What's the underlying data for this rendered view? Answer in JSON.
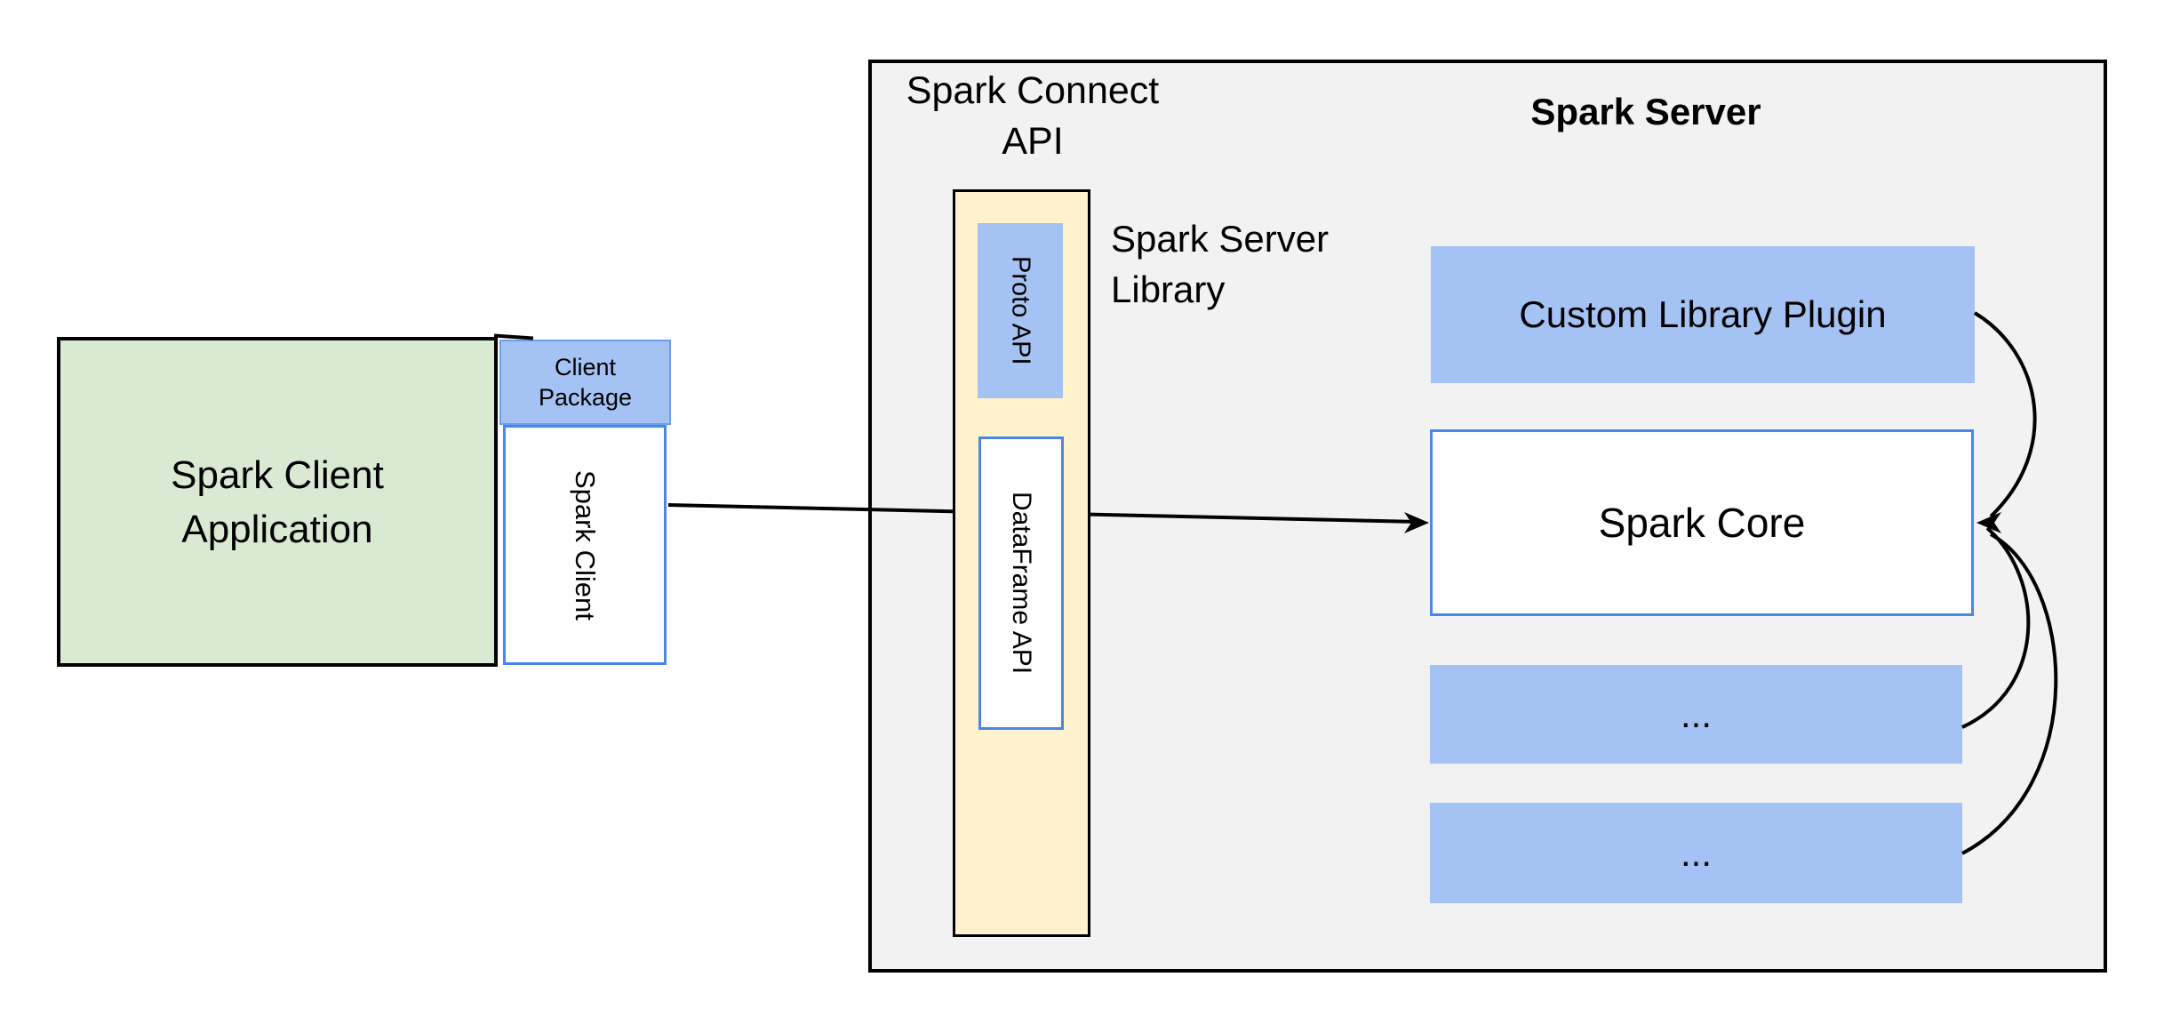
{
  "colors": {
    "container_gray": "#f2f2f2",
    "green_fill": "#d9ead3",
    "blue_fill": "#a4c2f4",
    "blue_border": "#4a86e8",
    "yellow_fill": "#fff2cc",
    "line": "#000000"
  },
  "client_app": {
    "line1": "Spark Client",
    "line2": "Application"
  },
  "client_package": {
    "line1": "Client",
    "line2": "Package"
  },
  "spark_client_label": "Spark Client",
  "connect": {
    "title_line1": "Spark Connect",
    "title_line2": "API",
    "proto_api": "Proto API",
    "dataframe_api": "DataFrame API",
    "library_line1": "Spark Server",
    "library_line2": "Library"
  },
  "server": {
    "title": "Spark Server",
    "plugin": "Custom Library Plugin",
    "core": "Spark Core",
    "ellipsis1": "...",
    "ellipsis2": "..."
  }
}
